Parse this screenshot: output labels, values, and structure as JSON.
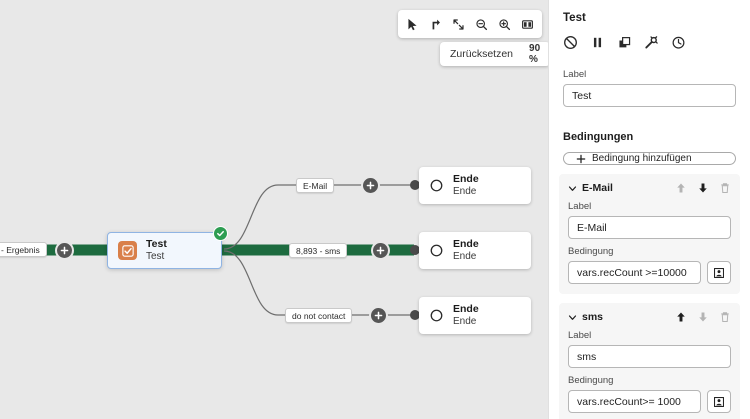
{
  "canvas": {
    "zoom_controls": {
      "reset_label": "Zurücksetzen",
      "zoom_percent": "90 %"
    },
    "toolbar_icons": [
      "pointer-icon",
      "redo-arrow-icon",
      "fit-to-screen-icon",
      "zoom-out-icon",
      "zoom-in-icon",
      "layout-columns-icon"
    ],
    "incoming_label": "- Ergebnis",
    "selected_node": {
      "title": "Test",
      "subtitle": "Test",
      "icon": "orange-check-square-icon",
      "status_badge": "green-check-icon"
    },
    "branches": [
      {
        "label": "E-Mail",
        "end_node": {
          "title": "Ende",
          "subtitle": "Ende",
          "icon": "circle-outline-icon"
        },
        "active": false
      },
      {
        "label": "8,893 - sms",
        "end_node": {
          "title": "Ende",
          "subtitle": "Ende",
          "icon": "circle-outline-icon"
        },
        "active": true
      },
      {
        "label": "do not contact",
        "end_node": {
          "title": "Ende",
          "subtitle": "Ende",
          "icon": "circle-outline-icon"
        },
        "active": false
      }
    ],
    "colors": {
      "background": "#e8e8e8",
      "active_path": "#1d6b3f",
      "edge": "#6e6e6e",
      "accent_selected": "#8fb4e3"
    }
  },
  "panel": {
    "title": "Test",
    "header_tools": [
      {
        "name": "disable-icon",
        "label": "Deaktivieren"
      },
      {
        "name": "pause-icon",
        "label": "Anhalten"
      },
      {
        "name": "duplicate-icon",
        "label": "Duplizieren"
      },
      {
        "name": "settings-icon",
        "label": "Einstellungen"
      },
      {
        "name": "history-icon",
        "label": "Verlauf"
      }
    ],
    "label_field": {
      "label": "Label",
      "value": "Test"
    },
    "conditions_section": {
      "title": "Bedingungen",
      "add_button": "Bedingung hinzufügen",
      "items": [
        {
          "name": "E-Mail",
          "label_field": {
            "label": "Label",
            "value": "E-Mail"
          },
          "condition_field": {
            "label": "Bedingung",
            "value": "vars.recCount >=10000"
          },
          "move_up_enabled": false,
          "move_down_enabled": true,
          "delete_enabled": false
        },
        {
          "name": "sms",
          "label_field": {
            "label": "Label",
            "value": "sms"
          },
          "condition_field": {
            "label": "Bedingung",
            "value": "vars.recCount>= 1000"
          },
          "move_up_enabled": true,
          "move_down_enabled": false,
          "delete_enabled": false
        }
      ]
    }
  }
}
